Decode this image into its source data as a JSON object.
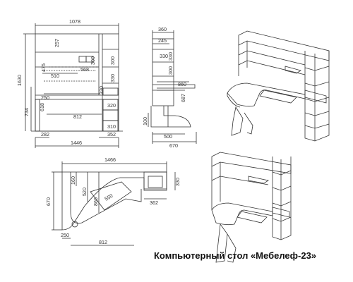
{
  "caption": "Компьютерный стол «Мебелеф-23»",
  "front_view": {
    "top_width": "1078",
    "total_height": "1630",
    "table_height": "734",
    "inner_heights": [
      "257",
      "300",
      "300",
      "330",
      "475",
      "618",
      "250"
    ],
    "inner_widths": [
      "510",
      "568",
      "812",
      "282",
      "352",
      "1446"
    ],
    "drawer_heights": [
      "320",
      "330",
      "310"
    ]
  },
  "side_view": {
    "top_depth": "360",
    "shelf_depth": "245",
    "shelf_heights": [
      "330",
      "330",
      "300"
    ],
    "desk_depth": "860",
    "heights": [
      "687",
      "100"
    ],
    "base_depth": "500",
    "total_depth": "670"
  },
  "plan_view": {
    "total_width": "1466",
    "left_depth": "670",
    "depths": [
      "160",
      "520",
      "860"
    ],
    "right_depth": "330",
    "keyboard": "550",
    "right_width": "362",
    "bottom_widths": [
      "250",
      "812"
    ]
  }
}
